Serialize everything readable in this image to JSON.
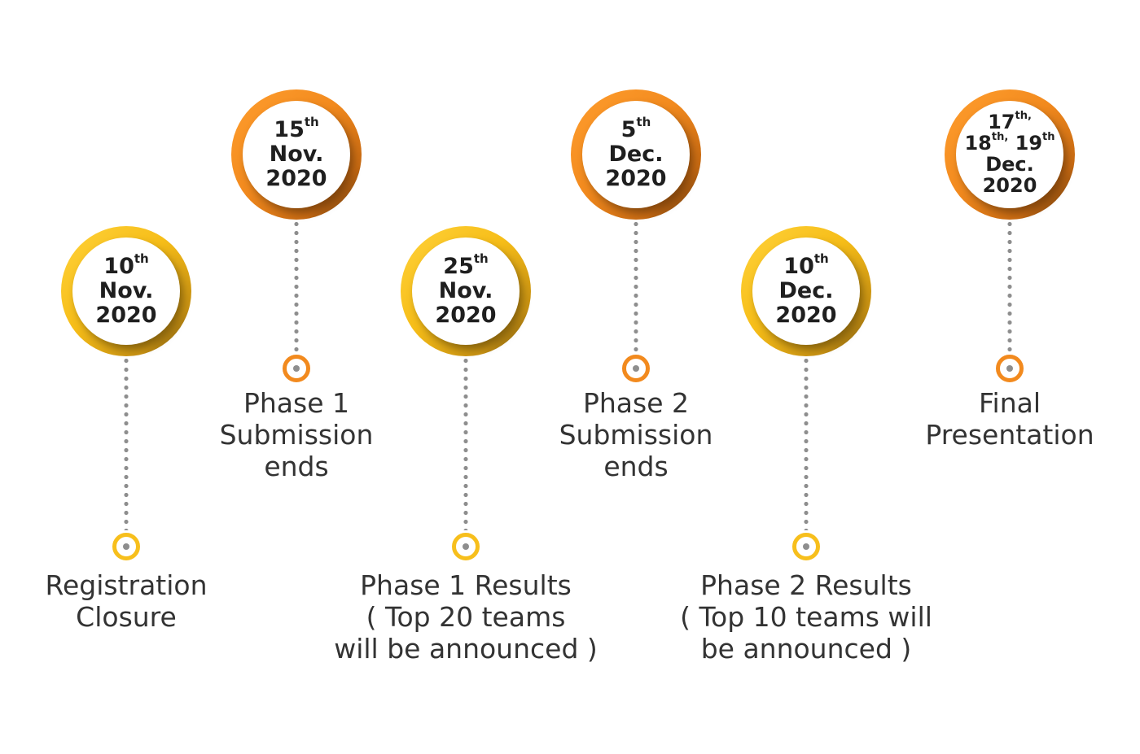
{
  "milestones": [
    {
      "id": "registration-closure",
      "date_lines": [
        {
          "main": "10",
          "sup": "th"
        },
        {
          "main": "Nov.",
          "sup": ""
        },
        {
          "main": "2020",
          "sup": ""
        }
      ],
      "label_lines": [
        "Registration",
        "Closure"
      ]
    },
    {
      "id": "phase-1-submission-ends",
      "date_lines": [
        {
          "main": "15",
          "sup": "th"
        },
        {
          "main": "Nov.",
          "sup": ""
        },
        {
          "main": "2020",
          "sup": ""
        }
      ],
      "label_lines": [
        "Phase 1",
        "Submission",
        "ends"
      ]
    },
    {
      "id": "phase-1-results",
      "date_lines": [
        {
          "main": "25",
          "sup": "th"
        },
        {
          "main": "Nov.",
          "sup": ""
        },
        {
          "main": "2020",
          "sup": ""
        }
      ],
      "label_lines": [
        "Phase 1 Results",
        "( Top 20 teams",
        "will be announced )"
      ]
    },
    {
      "id": "phase-2-submission-ends",
      "date_lines": [
        {
          "main": "5",
          "sup": "th"
        },
        {
          "main": "Dec.",
          "sup": ""
        },
        {
          "main": "2020",
          "sup": ""
        }
      ],
      "label_lines": [
        "Phase 2",
        "Submission",
        "ends"
      ]
    },
    {
      "id": "phase-2-results",
      "date_lines": [
        {
          "main": "10",
          "sup": "th"
        },
        {
          "main": "Dec.",
          "sup": ""
        },
        {
          "main": "2020",
          "sup": ""
        }
      ],
      "label_lines": [
        "Phase 2 Results",
        "( Top 10 teams will",
        "be announced )"
      ]
    },
    {
      "id": "final-presentation",
      "date_lines": [
        {
          "main": "17",
          "sup": "th,"
        },
        {
          "main": "18",
          "sup": "th,",
          "main2": " 19",
          "sup2": "th"
        },
        {
          "main": "Dec.",
          "sup": ""
        },
        {
          "main": "2020",
          "sup": ""
        }
      ],
      "label_lines": [
        "Final",
        "Presentation"
      ]
    }
  ]
}
